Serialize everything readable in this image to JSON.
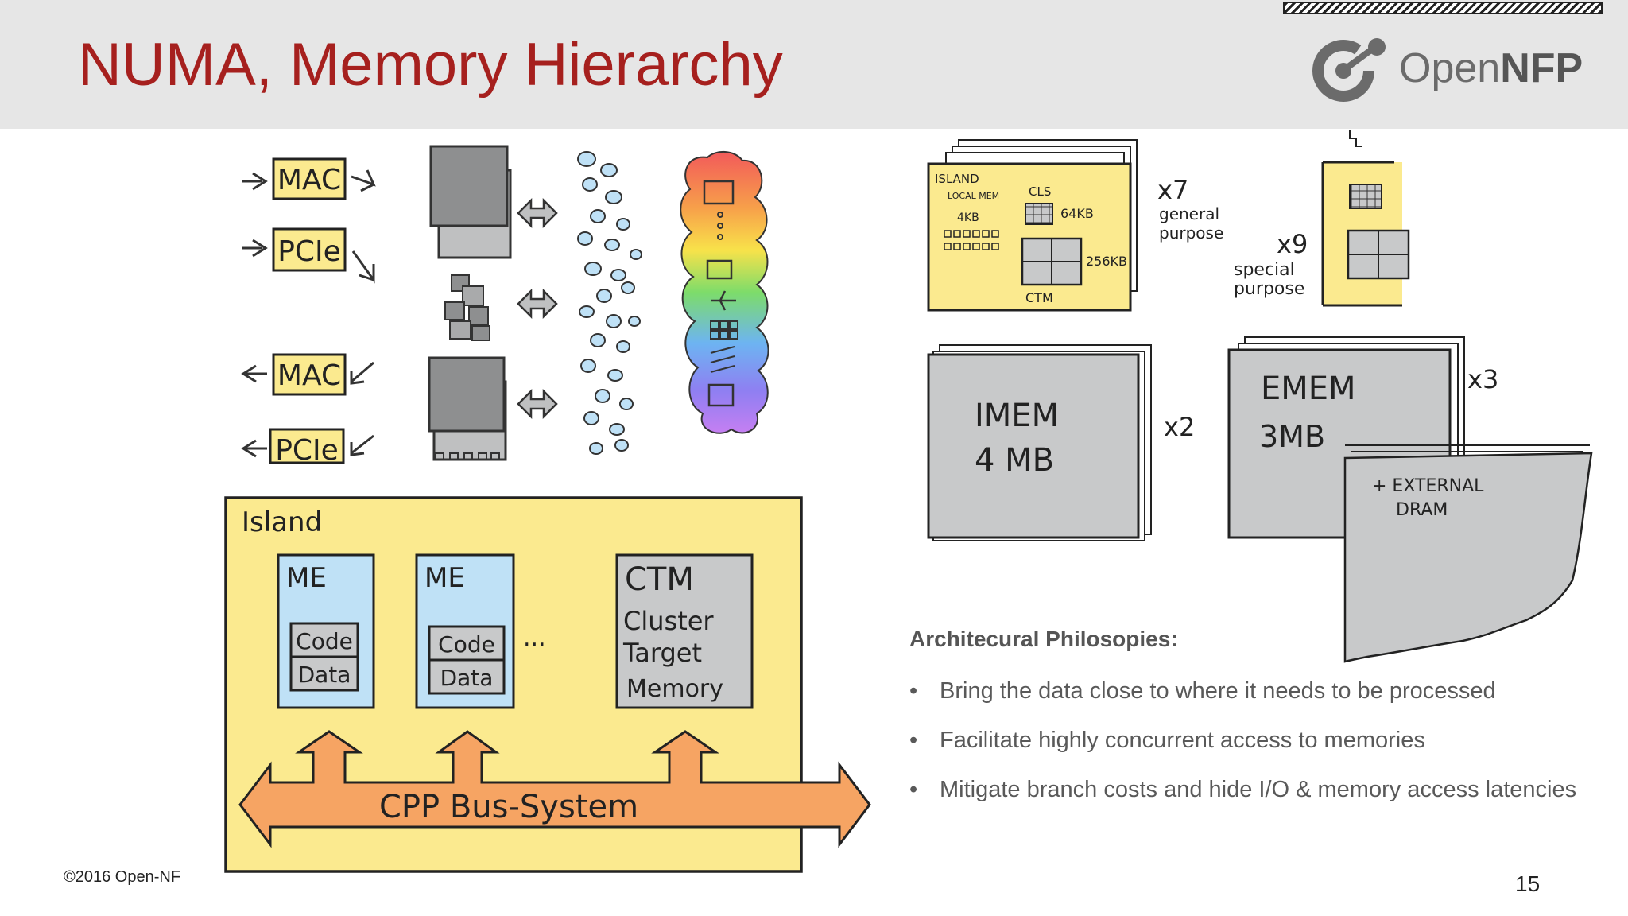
{
  "slide": {
    "title": "NUMA, Memory Hierarchy",
    "logo_text_open": "Open",
    "logo_text_nfp": "NFP",
    "footer": "©2016 Open-NF",
    "page_number": "15"
  },
  "diagram": {
    "inputs": [
      "MAC",
      "PCIe"
    ],
    "outputs": [
      "MAC",
      "PCIe"
    ],
    "island_label": "Island",
    "me_label": "ME",
    "code_label": "Code",
    "data_label": "Data",
    "ellipsis": "...",
    "ctm_title": "CTM",
    "ctm_line1": "Cluster",
    "ctm_line2": "Target",
    "ctm_line3": "Memory",
    "bus_label": "CPP Bus-System",
    "island_card": {
      "title": "ISLAND",
      "local_mem": "LOCAL MEM",
      "local_mem_size": "4KB",
      "cls": "CLS",
      "cls_size": "64KB",
      "ctm": "CTM",
      "ctm_size": "256KB",
      "count": "x7",
      "desc1": "general",
      "desc2": "purpose"
    },
    "special_card": {
      "count": "x9",
      "desc1": "special",
      "desc2": "purpose"
    },
    "imem": {
      "name": "IMEM",
      "size": "4 MB",
      "count": "x2"
    },
    "emem": {
      "name": "EMEM",
      "size": "3MB",
      "count": "x3"
    },
    "external": {
      "line1": "+ EXTERNAL",
      "line2": "DRAM"
    }
  },
  "philosophies": {
    "title": "Architecural Philosopies:",
    "items": [
      "Bring the data close to where it needs to be processed",
      "Facilitate highly concurrent access to memories",
      "Mitigate branch costs and hide I/O & memory access latencies"
    ]
  },
  "colors": {
    "title_red": "#a6201e",
    "yellow": "#fbea8f",
    "light_blue": "#bfe1f6",
    "gray_block": "#c8c9ca",
    "orange_bus": "#f6a463"
  }
}
